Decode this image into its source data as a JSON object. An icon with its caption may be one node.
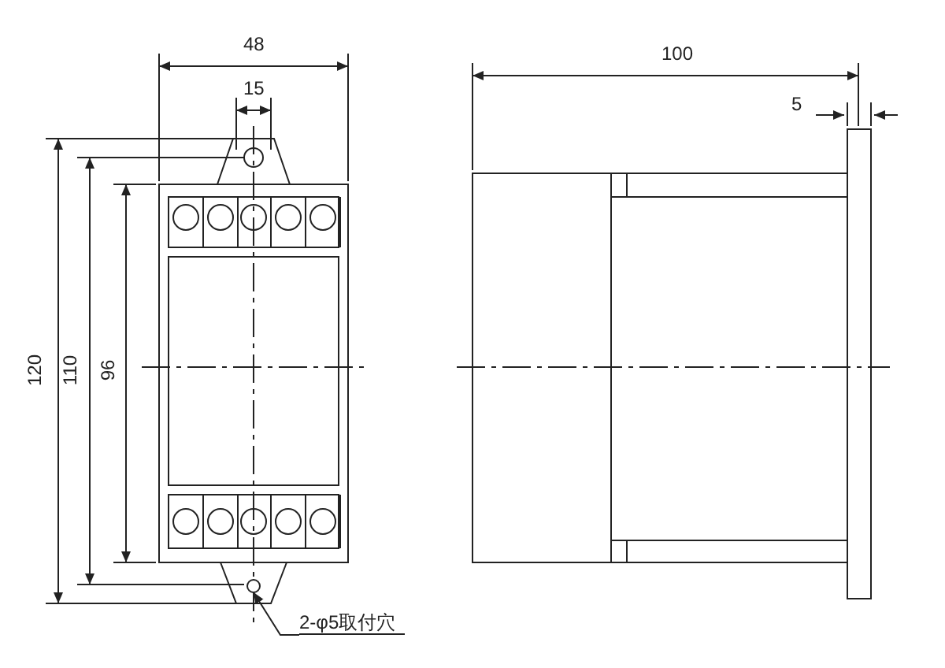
{
  "diagram": {
    "nodes": [
      {
        "text": [
          "2-φ5取付穴"
        ]
      },
      {
        "text": [],
        "shape": "circle"
      }
    ],
    "edges": [
      {
        "from": 0,
        "to": 1,
        "arrow": "to"
      }
    ],
    "labels": [
      "48",
      "15",
      "100",
      "5",
      "120",
      "110",
      "96"
    ]
  }
}
